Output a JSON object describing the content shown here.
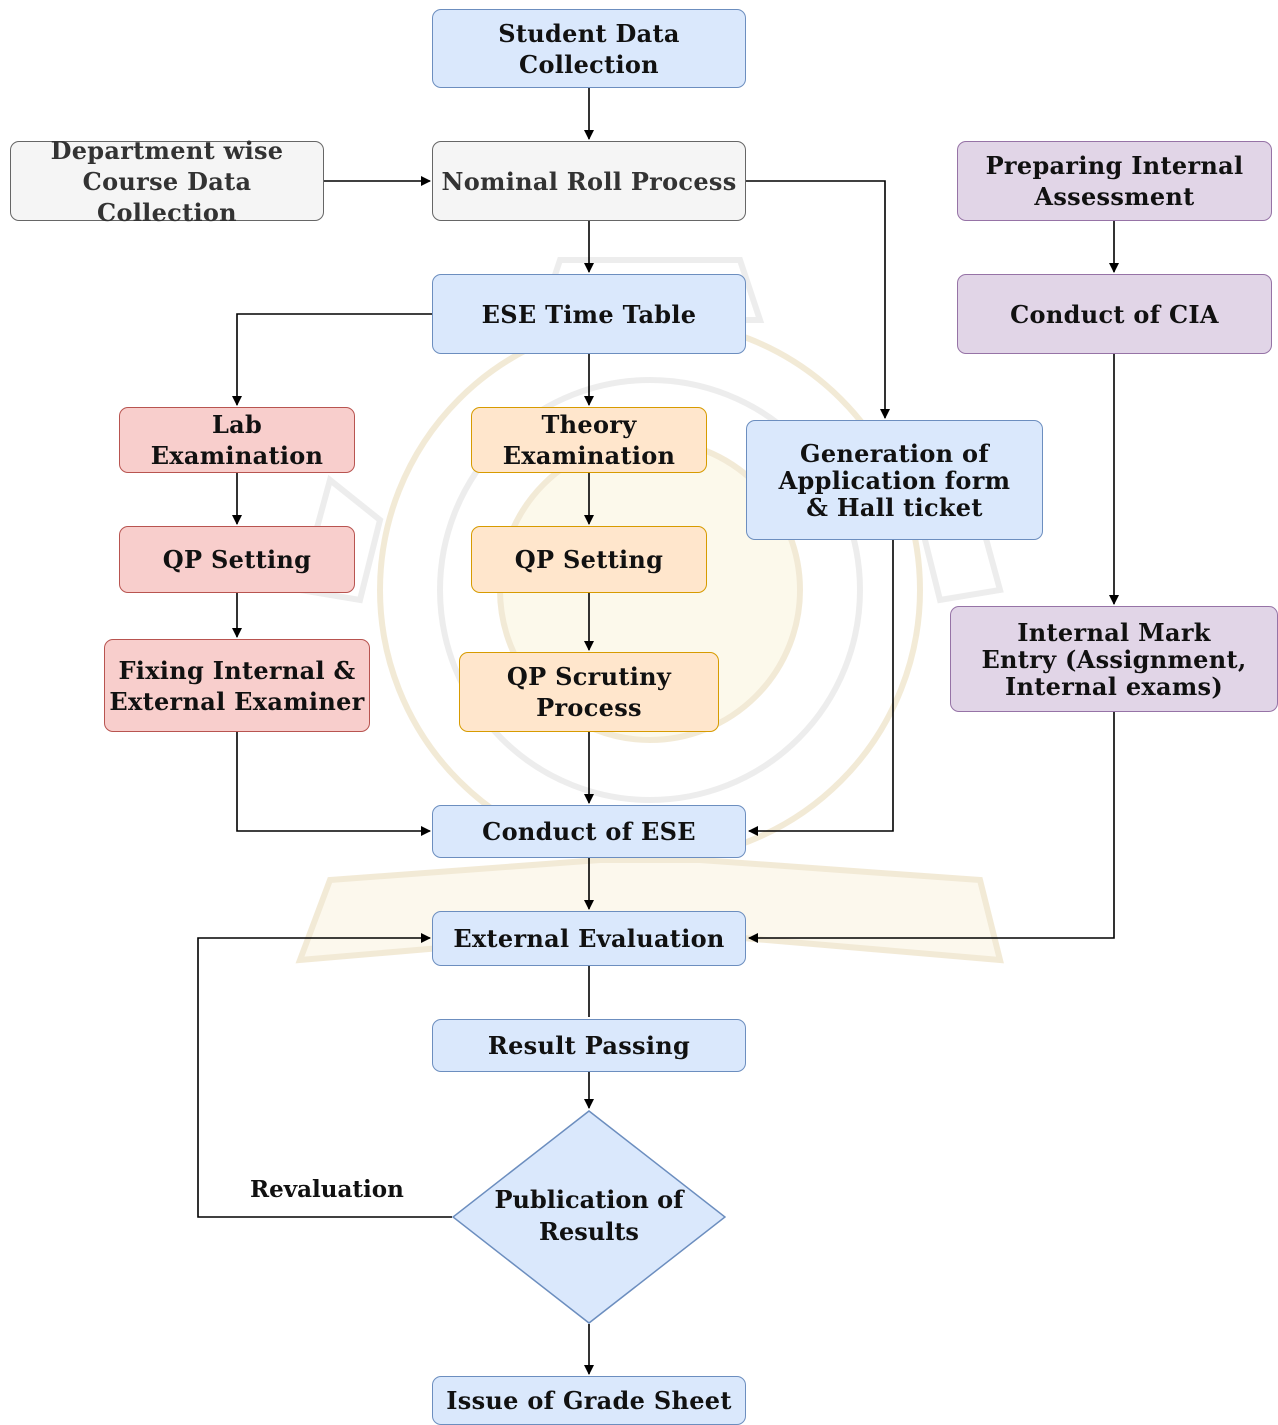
{
  "nodes": {
    "student_data": "Student Data\nCollection",
    "dept_course": "Department wise\nCourse Data Collection",
    "nominal_roll": "Nominal Roll Process",
    "preparing_ia": "Preparing Internal\nAssessment",
    "ese_timetable": "ESE Time Table",
    "conduct_cia": "Conduct of CIA",
    "lab_exam": "Lab\nExamination",
    "theory_exam": "Theory\nExamination",
    "application_form": "Generation of\nApplication form\n& Hall ticket",
    "qp_setting_lab": "QP Setting",
    "qp_setting_theory": "QP Setting",
    "internal_mark": "Internal Mark\nEntry (Assignment,\nInternal exams)",
    "fixing_examiner": "Fixing Internal &\nExternal Examiner",
    "qp_scrutiny": "QP Scrutiny\nProcess",
    "conduct_ese": "Conduct of ESE",
    "external_eval": "External Evaluation",
    "result_passing": "Result Passing",
    "publication": "Publication of\nResults",
    "grade_sheet": "Issue of Grade Sheet"
  },
  "edge_labels": {
    "revaluation": "Revaluation"
  },
  "colors": {
    "blue_fill": "#dae8fc",
    "blue_stroke": "#6c8ebf",
    "gray_fill": "#f5f5f5",
    "gray_stroke": "#666666",
    "purple_fill": "#e1d5e7",
    "purple_stroke": "#9673a6",
    "red_fill": "#f8cecc",
    "red_stroke": "#b85450",
    "orange_fill": "#ffe6cc",
    "orange_stroke": "#d79b00",
    "edge": "#000000"
  }
}
